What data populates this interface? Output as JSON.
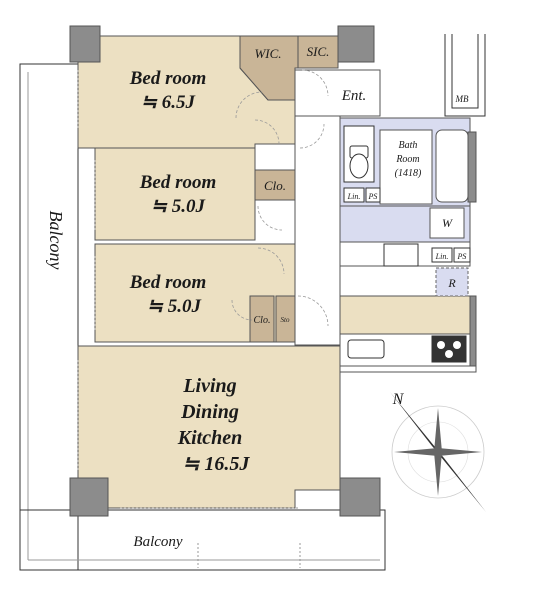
{
  "rooms": {
    "bedroom1": {
      "name": "Bed room",
      "size": "≒ 6.5J"
    },
    "bedroom2": {
      "name": "Bed room",
      "size": "≒ 5.0J"
    },
    "bedroom3": {
      "name": "Bed room",
      "size": "≒ 5.0J"
    },
    "ldk": {
      "line1": "Living",
      "line2": "Dining",
      "line3": "Kitchen",
      "size": "≒ 16.5J"
    }
  },
  "closets": {
    "wic": "WIC.",
    "sic": "SIC.",
    "clo_upper": "Clo.",
    "clo_lower": "Clo.",
    "sto": "Sto"
  },
  "utility": {
    "entrance": "Ent.",
    "mb": "MB",
    "bath_line1": "Bath",
    "bath_line2": "Room",
    "bath_size": "(1418)",
    "lin_upper": "Lin.",
    "ps_upper": "PS",
    "lin_lower": "Lin.",
    "ps_lower": "PS",
    "washer": "W",
    "fridge": "R"
  },
  "balconies": {
    "side": "Balcony",
    "bottom": "Balcony"
  },
  "compass": {
    "north": "N"
  },
  "colors": {
    "room_fill": "#ece0c2",
    "wall_gray": "#8c8c8c",
    "closet_fill": "#c9b597",
    "wet_area_fill": "#d9dcf0",
    "line": "#333333"
  }
}
